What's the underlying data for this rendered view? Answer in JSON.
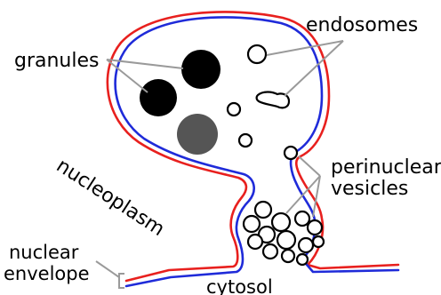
{
  "labels": {
    "granules": "granules",
    "endosomes": "endosomes",
    "perinuclear_line1": "perinuclear",
    "perinuclear_line2": "vesicles",
    "nucleoplasm": "nucleoplasm",
    "nuclear_line1": "nuclear",
    "nuclear_line2": "envelope",
    "cytosol": "cytosol"
  },
  "colors": {
    "outer_membrane": "#e8201e",
    "inner_membrane": "#1f2bd9",
    "granule_dark": "#000000",
    "granule_grey": "#555555",
    "leader_lines": "#9a9a9a"
  }
}
